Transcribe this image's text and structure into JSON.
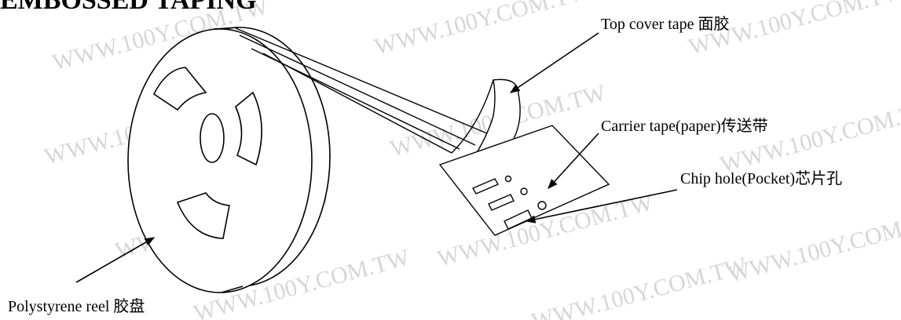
{
  "header_text": "EMBOSSED TAPING",
  "labels": {
    "top_cover": "Top cover tape 面胶",
    "carrier": "Carrier tape(paper)传送带",
    "chip_hole": "Chip hole(Pocket)芯片孔",
    "reel": "Polystyrene reel 胶盘"
  },
  "watermark": "WWW.100Y.COM.TW"
}
